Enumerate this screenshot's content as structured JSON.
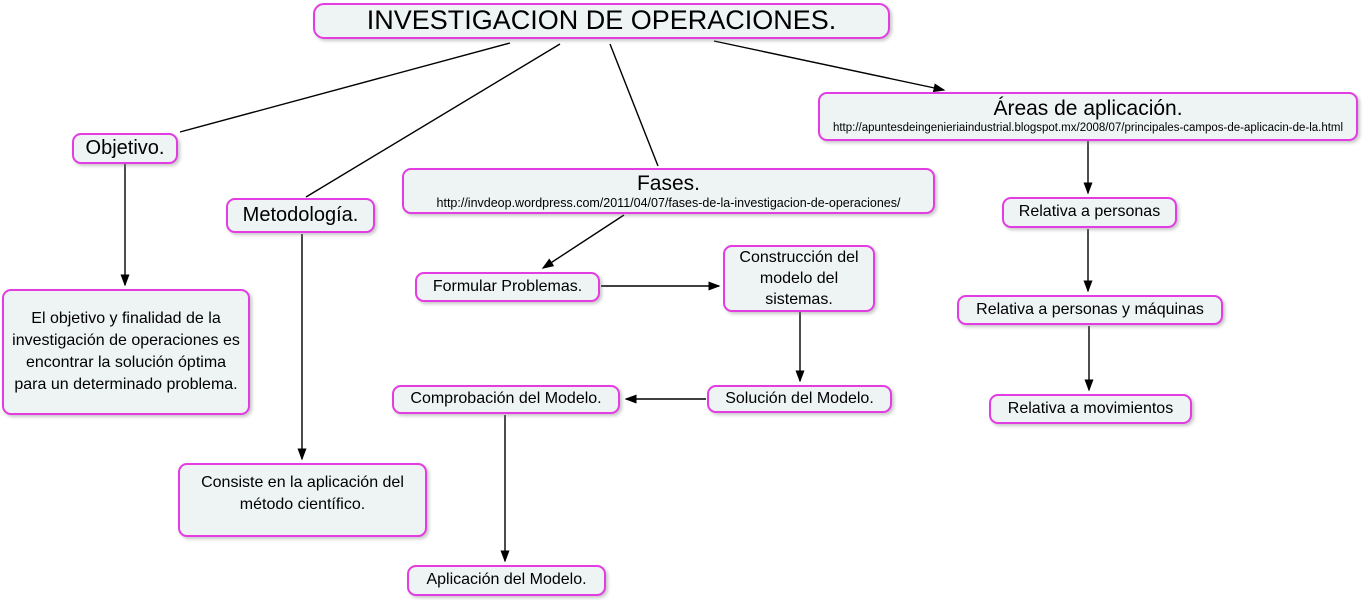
{
  "colors": {
    "node_border": "#e23ce2",
    "node_fill": "#eef3f4",
    "connector": "#000000",
    "canvas_background": "#ffffff",
    "text": "#000000"
  },
  "map": {
    "title": "INVESTIGACION DE OPERACIONES.",
    "nodes": {
      "objetivo": {
        "label": "Objetivo."
      },
      "metodologia": {
        "label": "Metodología."
      },
      "fases": {
        "label": "Fases.",
        "url": "http://invdeop.wordpress.com/2011/04/07/fases-de-la-investigacion-de-operaciones/"
      },
      "areas": {
        "label": "Áreas de aplicación.",
        "url": "http://apuntesdeingenieriaindustrial.blogspot.mx/2008/07/principales-campos-de-aplicacin-de-la.html"
      },
      "objetivo_desc": {
        "label": "El objetivo y finalidad de la investigación de operaciones es encontrar la solución óptima para un determinado problema."
      },
      "metodologia_desc": {
        "label": "Consiste en la aplicación del método científico."
      },
      "formular": {
        "label": "Formular Problemas."
      },
      "construccion": {
        "label": "Construcción del modelo del sistemas."
      },
      "solucion": {
        "label": "Solución del Modelo."
      },
      "comprobacion": {
        "label": "Comprobación del Modelo."
      },
      "aplicacion": {
        "label": "Aplicación del Modelo."
      },
      "relativa_personas": {
        "label": "Relativa a personas"
      },
      "relativa_personas_maquinas": {
        "label": "Relativa a personas y máquinas"
      },
      "relativa_movimientos": {
        "label": "Relativa a movimientos"
      }
    }
  }
}
